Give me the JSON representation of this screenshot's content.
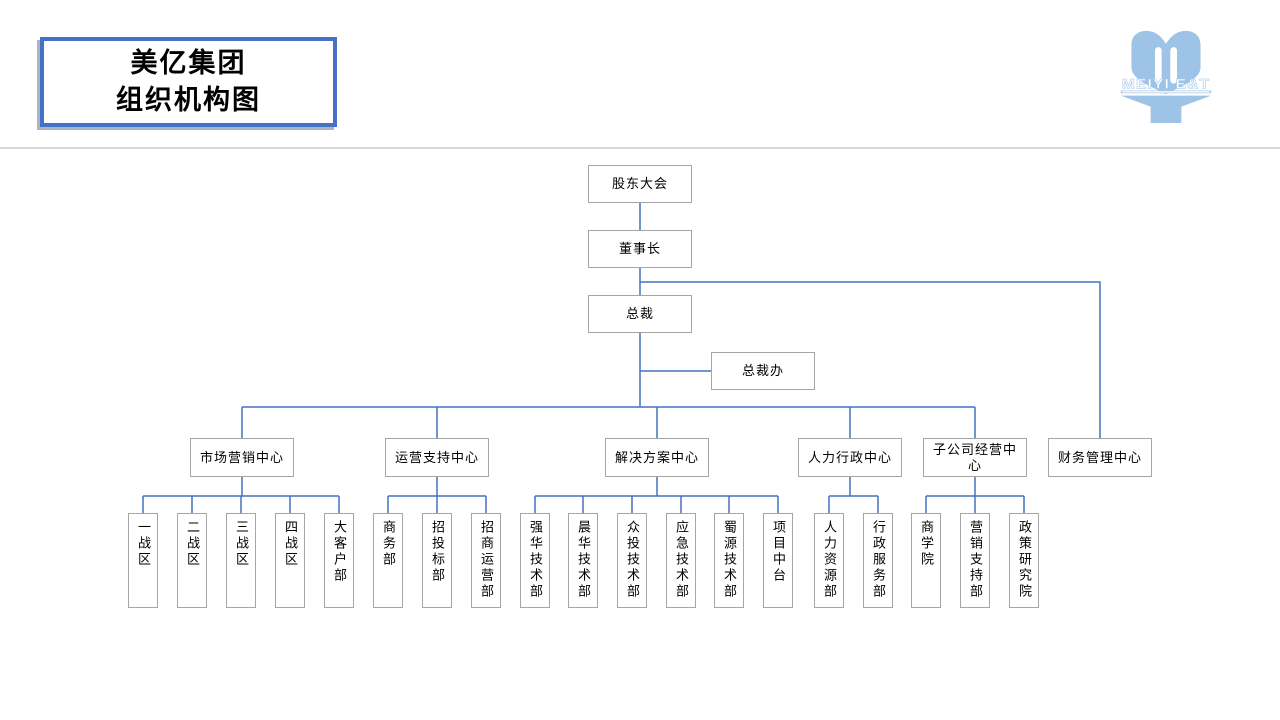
{
  "header": {
    "title_line1": "美亿集团",
    "title_line2": "组织机构图",
    "logo_text": "MEIYI E&T"
  },
  "colors": {
    "connector_blue": "#4472C4",
    "title_border_blue": "#4472C4",
    "box_border_gray": "#A6A6A6",
    "logo_light_blue": "#9DC3E6",
    "divider_gray": "#D9D9D9"
  },
  "org": {
    "root": "股东大会",
    "chairman": "董事长",
    "president": "总裁",
    "president_office": "总裁办",
    "centers": [
      "市场营销中心",
      "运营支持中心",
      "解决方案中心",
      "人力行政中心",
      "子公司经营中心",
      "财务管理中心"
    ],
    "groups": {
      "marketing": [
        "一战区",
        "二战区",
        "三战区",
        "四战区",
        "大客户部"
      ],
      "operations": [
        "商务部",
        "招投标部",
        "招商运营部"
      ],
      "solutions": [
        "强华技术部",
        "晨华技术部",
        "众投技术部",
        "应急技术部",
        "蜀源技术部",
        "项目中台"
      ],
      "hr_admin": [
        "人力资源部",
        "行政服务部"
      ],
      "subsidiary": [
        "商学院",
        "营销支持部",
        "政策研究院"
      ]
    }
  }
}
